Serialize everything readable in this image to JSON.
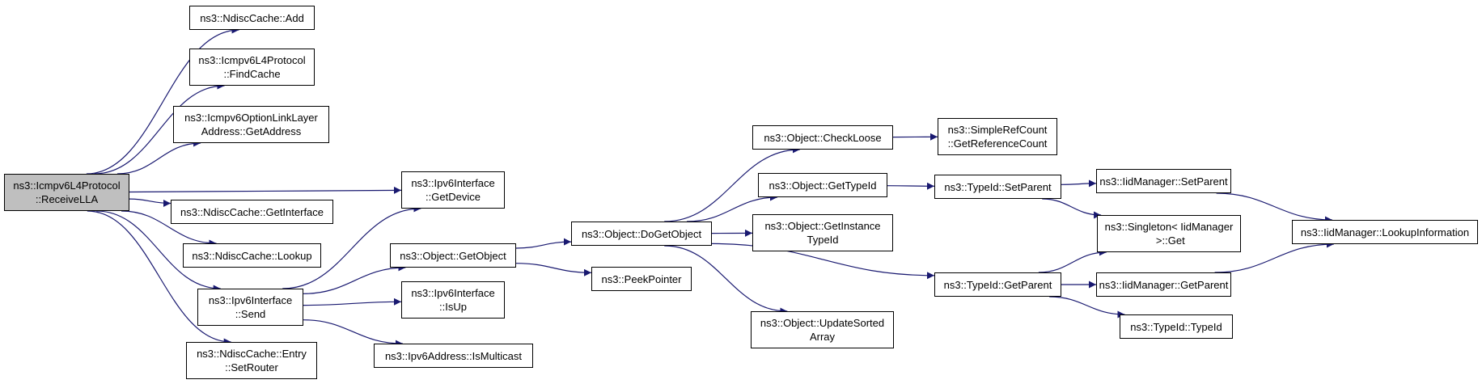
{
  "colors": {
    "edge": "#191970",
    "root_fill": "#bfbfbf",
    "node_fill": "#ffffff",
    "border": "#000000"
  },
  "nodes": [
    {
      "id": "receive_lla",
      "name": "node-icmpv6l4protocol-receivella",
      "lines": [
        "ns3::Icmpv6L4Protocol",
        "::ReceiveLLA"
      ],
      "root": true
    },
    {
      "id": "ndisc_add",
      "name": "node-ndisccache-add",
      "lines": [
        "ns3::NdiscCache::Add"
      ]
    },
    {
      "id": "findcache",
      "name": "node-icmpv6l4protocol-findcache",
      "lines": [
        "ns3::Icmpv6L4Protocol",
        "::FindCache"
      ]
    },
    {
      "id": "getaddress",
      "name": "node-icmpv6optionlinklayeraddress-getaddress",
      "lines": [
        "ns3::Icmpv6OptionLinkLayer",
        "Address::GetAddress"
      ]
    },
    {
      "id": "getinterface",
      "name": "node-ndisccache-getinterface",
      "lines": [
        "ns3::NdiscCache::GetInterface"
      ]
    },
    {
      "id": "lookup",
      "name": "node-ndisccache-lookup",
      "lines": [
        "ns3::NdiscCache::Lookup"
      ]
    },
    {
      "id": "send",
      "name": "node-ipv6interface-send",
      "lines": [
        "ns3::Ipv6Interface",
        "::Send"
      ]
    },
    {
      "id": "setrouter",
      "name": "node-ndisccache-entry-setrouter",
      "lines": [
        "ns3::NdiscCache::Entry",
        "::SetRouter"
      ]
    },
    {
      "id": "getdevice",
      "name": "node-ipv6interface-getdevice",
      "lines": [
        "ns3::Ipv6Interface",
        "::GetDevice"
      ]
    },
    {
      "id": "getobject",
      "name": "node-object-getobject",
      "lines": [
        "ns3::Object::GetObject"
      ]
    },
    {
      "id": "isup",
      "name": "node-ipv6interface-isup",
      "lines": [
        "ns3::Ipv6Interface",
        "::IsUp"
      ]
    },
    {
      "id": "ismulticast",
      "name": "node-ipv6address-ismulticast",
      "lines": [
        "ns3::Ipv6Address::IsMulticast"
      ]
    },
    {
      "id": "dogetobject",
      "name": "node-object-dogetobject",
      "lines": [
        "ns3::Object::DoGetObject"
      ]
    },
    {
      "id": "peekpointer",
      "name": "node-peekpointer",
      "lines": [
        "ns3::PeekPointer"
      ]
    },
    {
      "id": "checkloose",
      "name": "node-object-checkloose",
      "lines": [
        "ns3::Object::CheckLoose"
      ]
    },
    {
      "id": "obj_gettypeid",
      "name": "node-object-gettypeid",
      "lines": [
        "ns3::Object::GetTypeId"
      ]
    },
    {
      "id": "getinstancetypeid",
      "name": "node-object-getinstancetypeid",
      "lines": [
        "ns3::Object::GetInstance",
        "TypeId"
      ]
    },
    {
      "id": "updatesortedarray",
      "name": "node-object-updatesortedarray",
      "lines": [
        "ns3::Object::UpdateSorted",
        "Array"
      ]
    },
    {
      "id": "getreferencecount",
      "name": "node-simplerefcount-getreferencecount",
      "lines": [
        "ns3::SimpleRefCount",
        "::GetReferenceCount"
      ]
    },
    {
      "id": "typeid_setparent",
      "name": "node-typeid-setparent",
      "lines": [
        "ns3::TypeId::SetParent"
      ]
    },
    {
      "id": "typeid_getparent",
      "name": "node-typeid-getparent",
      "lines": [
        "ns3::TypeId::GetParent"
      ]
    },
    {
      "id": "iid_setparent",
      "name": "node-iidmanager-setparent",
      "lines": [
        "ns3::IidManager::SetParent"
      ]
    },
    {
      "id": "singleton_get",
      "name": "node-singleton-iidmanager-get",
      "lines": [
        "ns3::Singleton< IidManager",
        " >::Get"
      ]
    },
    {
      "id": "iid_getparent",
      "name": "node-iidmanager-getparent",
      "lines": [
        "ns3::IidManager::GetParent"
      ]
    },
    {
      "id": "typeid_typeid",
      "name": "node-typeid-typeid",
      "lines": [
        "ns3::TypeId::TypeId"
      ]
    },
    {
      "id": "lookupinformation",
      "name": "node-iidmanager-lookupinformation",
      "lines": [
        "ns3::IidManager::LookupInformation"
      ]
    }
  ],
  "edges": [
    [
      "receive_lla",
      "ndisc_add"
    ],
    [
      "receive_lla",
      "findcache"
    ],
    [
      "receive_lla",
      "getaddress"
    ],
    [
      "receive_lla",
      "getdevice"
    ],
    [
      "receive_lla",
      "getinterface"
    ],
    [
      "receive_lla",
      "lookup"
    ],
    [
      "receive_lla",
      "send"
    ],
    [
      "receive_lla",
      "setrouter"
    ],
    [
      "send",
      "getdevice"
    ],
    [
      "send",
      "getobject"
    ],
    [
      "send",
      "isup"
    ],
    [
      "send",
      "ismulticast"
    ],
    [
      "getobject",
      "dogetobject"
    ],
    [
      "getobject",
      "peekpointer"
    ],
    [
      "dogetobject",
      "checkloose"
    ],
    [
      "dogetobject",
      "obj_gettypeid"
    ],
    [
      "dogetobject",
      "getinstancetypeid"
    ],
    [
      "dogetobject",
      "updatesortedarray"
    ],
    [
      "dogetobject",
      "typeid_getparent"
    ],
    [
      "checkloose",
      "getreferencecount"
    ],
    [
      "obj_gettypeid",
      "typeid_setparent"
    ],
    [
      "typeid_setparent",
      "iid_setparent"
    ],
    [
      "typeid_setparent",
      "singleton_get"
    ],
    [
      "typeid_getparent",
      "singleton_get"
    ],
    [
      "typeid_getparent",
      "iid_getparent"
    ],
    [
      "typeid_getparent",
      "typeid_typeid"
    ],
    [
      "iid_setparent",
      "lookupinformation"
    ],
    [
      "iid_getparent",
      "lookupinformation"
    ]
  ]
}
